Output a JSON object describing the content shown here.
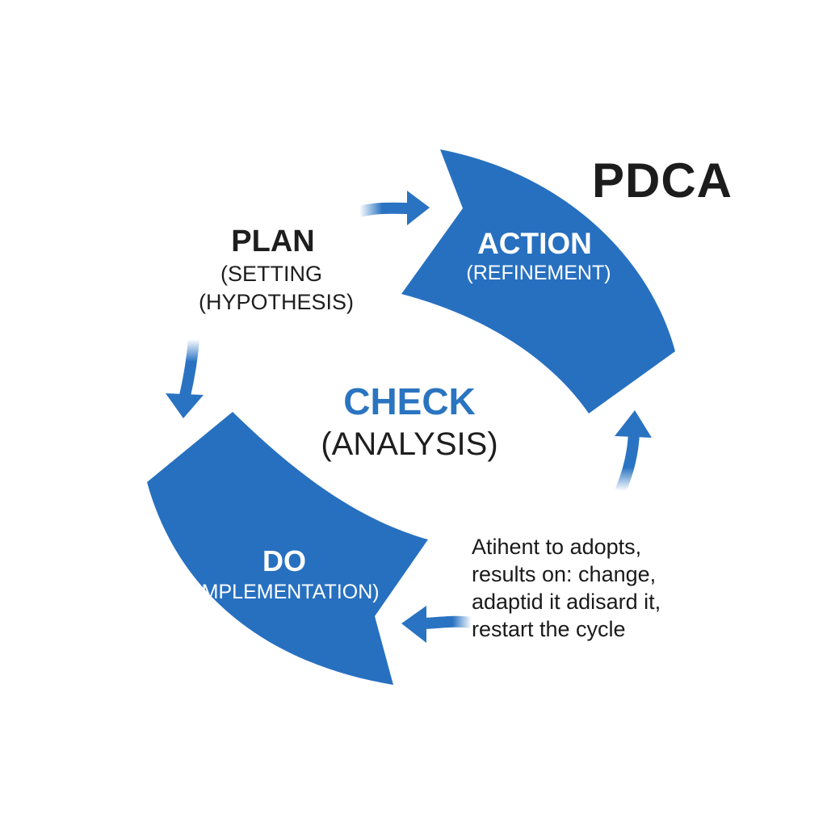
{
  "title": "PDCA",
  "colors": {
    "segment": "#2770c0",
    "arrow": "#2a73c2",
    "check_title": "#2a74c0",
    "text": "#1e1e1e"
  },
  "plan": {
    "title": "PLAN",
    "subtitle_line1": "(SETTING",
    "subtitle_line2": "(HYPOTHESIS)"
  },
  "action": {
    "title": "ACTION",
    "subtitle": "(REFINEMENT)"
  },
  "check": {
    "title": "CHECK",
    "subtitle": "(ANALYSIS)"
  },
  "do": {
    "title": "DO",
    "subtitle": "(IMPLEMENTATION)"
  },
  "note": {
    "lines": [
      "Atihent to adopts,",
      "results on: change,",
      "adaptid it adisard it,",
      "restart the cycle"
    ]
  },
  "arrows": [
    "arrow-right-icon",
    "arrow-down-icon",
    "arrow-up-icon",
    "arrow-left-icon"
  ]
}
